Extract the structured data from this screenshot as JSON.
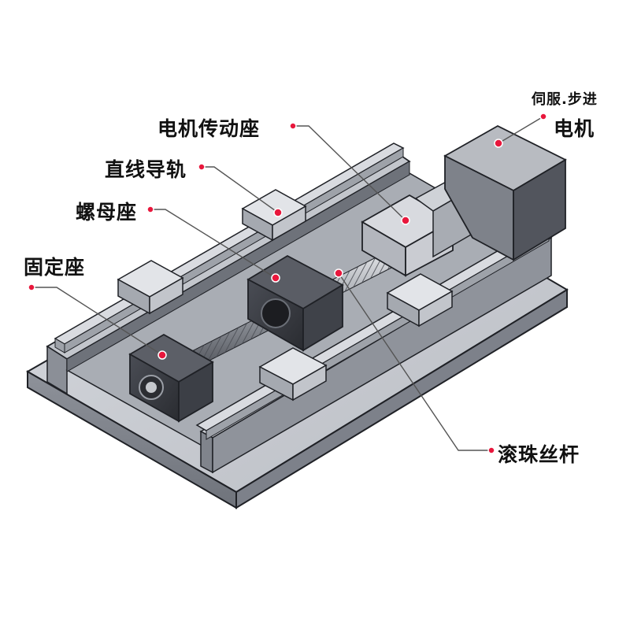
{
  "labels": {
    "motor_mount": "电机传动座",
    "servo_stepper": "伺服.步进",
    "motor": "电机",
    "linear_guide": "直线导轨",
    "nut_seat": "螺母座",
    "fixed_seat": "固定座",
    "ball_screw": "滚珠丝杆"
  },
  "colors": {
    "marker": "#e8173c",
    "leader": "#555555",
    "steel_light": "#c9ccd1",
    "steel_mid": "#9a9ea6",
    "steel_dark": "#3a3d44",
    "outline": "#1f2126"
  }
}
